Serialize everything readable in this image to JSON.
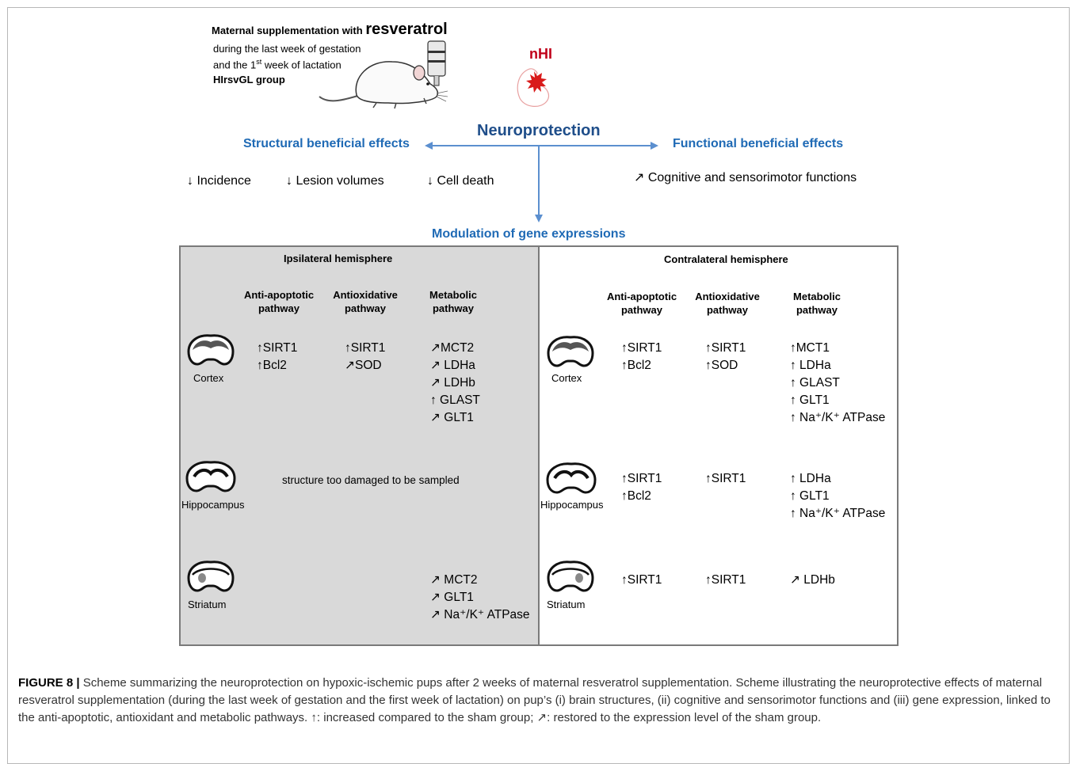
{
  "top": {
    "line1_prefix": "Maternal supplementation with",
    "line1_emphasis": "resveratrol",
    "line2": "during the last week of gestation",
    "line3_prefix": "and the 1",
    "line3_sup": "st",
    "line3_suffix": " week of lactation",
    "group": "HIrsvGL group",
    "nhi_label": "nHI"
  },
  "center": {
    "title": "Neuroprotection",
    "structural": "Structural beneficial effects",
    "functional": "Functional beneficial effects",
    "structural_items": [
      "↓ Incidence",
      "↓ Lesion volumes",
      "↓ Cell death"
    ],
    "functional_item": "↗ Cognitive and sensorimotor functions",
    "modulation": "Modulation of gene expressions"
  },
  "ipsi": {
    "title": "Ipsilateral hemisphere",
    "col1": [
      "Anti-apoptotic",
      "pathway"
    ],
    "col2": [
      "Antioxidative",
      "pathway"
    ],
    "col3": [
      "Metabolic",
      "pathway"
    ],
    "cortex": {
      "label": "Cortex",
      "anti": [
        "↑SIRT1",
        "↑Bcl2"
      ],
      "oxid": [
        "↑SIRT1",
        "↗SOD"
      ],
      "meta": [
        "↗MCT2",
        "↗ LDHa",
        "↗ LDHb",
        "↑ GLAST",
        "↗ GLT1"
      ]
    },
    "hippocampus": {
      "label": "Hippocampus",
      "note": "structure too damaged to be sampled"
    },
    "striatum": {
      "label": "Striatum",
      "meta": [
        "↗ MCT2",
        "↗ GLT1",
        "↗ Na⁺/K⁺ ATPase"
      ]
    }
  },
  "contra": {
    "title": "Contralateral hemisphere",
    "col1": [
      "Anti-apoptotic",
      "pathway"
    ],
    "col2": [
      "Antioxidative",
      "pathway"
    ],
    "col3": [
      "Metabolic",
      "pathway"
    ],
    "cortex": {
      "label": "Cortex",
      "anti": [
        "↑SIRT1",
        "↑Bcl2"
      ],
      "oxid": [
        "↑SIRT1",
        "↑SOD"
      ],
      "meta": [
        "↑MCT1",
        "↑ LDHa",
        "↑ GLAST",
        "↑ GLT1",
        "↑ Na⁺/K⁺ ATPase"
      ]
    },
    "hippocampus": {
      "label": "Hippocampus",
      "anti": [
        "↑SIRT1",
        "↑Bcl2"
      ],
      "oxid": [
        "↑SIRT1"
      ],
      "meta": [
        "↑ LDHa",
        "↑ GLT1",
        "↑ Na⁺/K⁺ ATPase"
      ]
    },
    "striatum": {
      "label": "Striatum",
      "anti": [
        "↑SIRT1"
      ],
      "oxid": [
        "↑SIRT1"
      ],
      "meta": [
        "↗ LDHb"
      ]
    }
  },
  "caption": {
    "label": "FIGURE 8 |",
    "text": " Scheme summarizing the neuroprotection on hypoxic-ischemic pups after 2 weeks of maternal resveratrol supplementation. Scheme illustrating the neuroprotective effects of maternal resveratrol supplementation (during the last week of gestation and the first week of lactation) on pup’s (i) brain structures, (ii) cognitive and sensorimotor functions and (iii) gene expression, linked to the anti-apoptotic, antioxidant and metabolic pathways. ↑: increased compared to the sham group; ↗: restored to the expression level of the sham group."
  },
  "colors": {
    "blue": "#1f6ab5",
    "red": "#c0001a",
    "grey_panel": "#d9d9d9",
    "border": "#7a7a7a"
  }
}
